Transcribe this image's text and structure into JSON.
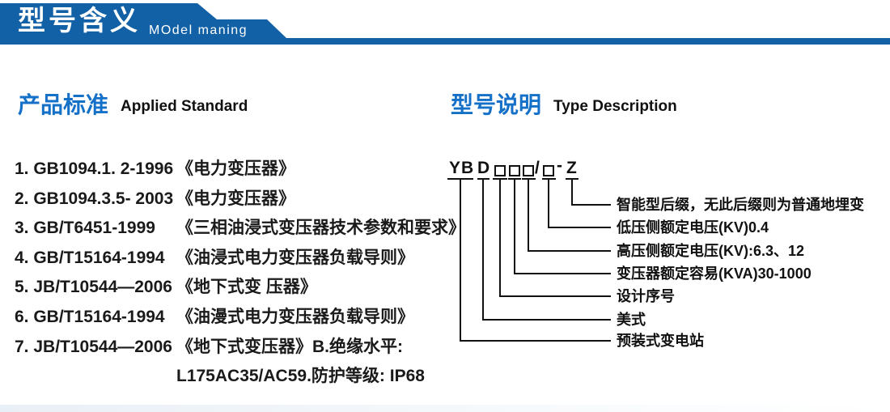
{
  "header": {
    "title": "型号含义",
    "subtitle": "MOdel maning"
  },
  "standards": {
    "heading_zh": "产品标准",
    "heading_en": "Applied Standard",
    "items": [
      {
        "code": "1. GB1094.1. 2-1996",
        "desc": "《电力变压器》"
      },
      {
        "code": "2. GB1094.3.5- 2003",
        "desc": "《电力变压器》"
      },
      {
        "code": "3. GB/T6451-1999",
        "desc": "《三相油浸式变压器技术参数和要求》"
      },
      {
        "code": "4. GB/T15164-1994",
        "desc": "《油浸式电力变压器负载导则》"
      },
      {
        "code": "5. JB/T10544—2006",
        "desc": "《地下式变 压器》"
      },
      {
        "code": "6. GB/T15164-1994",
        "desc": "《油漫式电力变压器负载导则》"
      },
      {
        "code": "7. JB/T10544—2006",
        "desc": "《地下式变压器》B.绝缘水平:"
      },
      {
        "code": "",
        "desc": "L175AC35/AC59.防护等级: IP68"
      }
    ]
  },
  "model": {
    "heading_zh": "型号说明",
    "heading_en": "Type Description",
    "code_parts": {
      "prefix": "YB",
      "type": "D",
      "slash": "/",
      "dash": "-",
      "suffix": "Z"
    },
    "labels": [
      "智能型后缀，无此后缀则为普通地埋变",
      "低压侧额定电压(KV)0.4",
      "高压侧额定电压(KV):6.3、12",
      "变压器额定容易(KVA)30-1000",
      "设计序号",
      "美式",
      "预装式变电站"
    ]
  },
  "colors": {
    "banner_blue": "#1261a6",
    "heading_blue": "#1570c8",
    "text_black": "#1a1a1a"
  }
}
